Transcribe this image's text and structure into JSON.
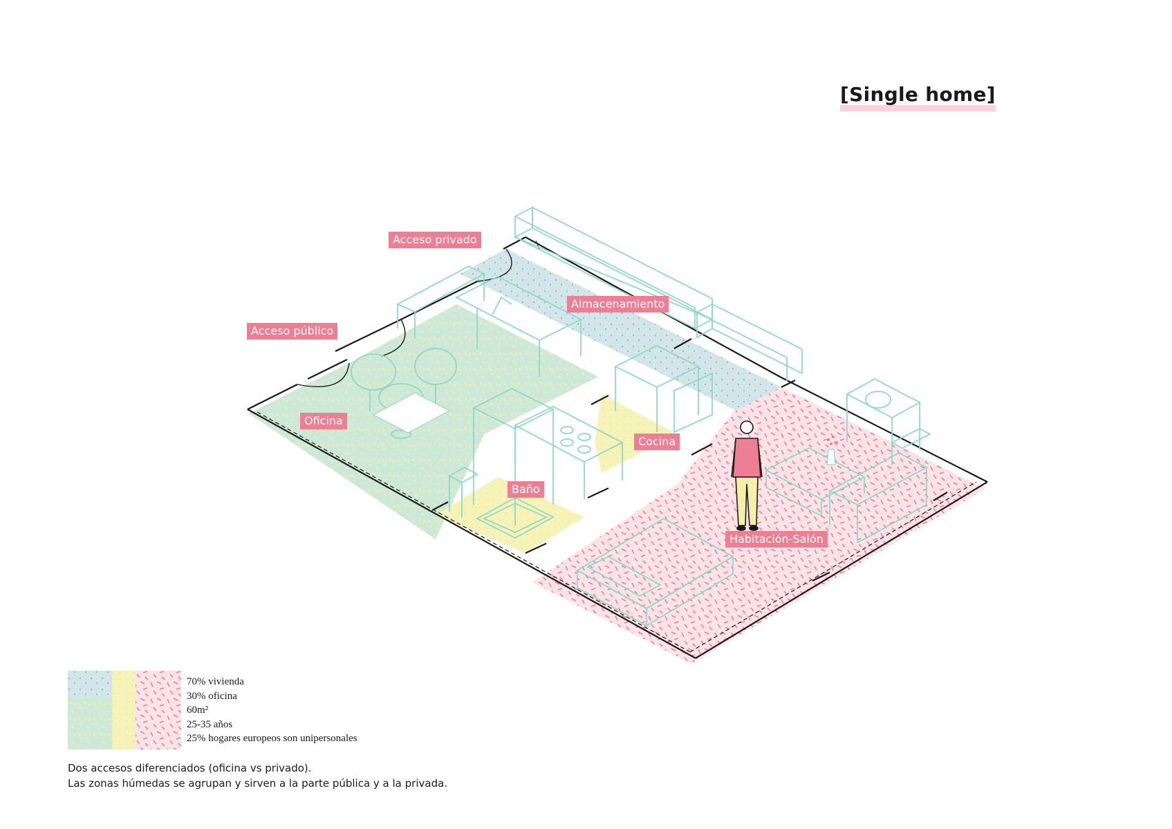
{
  "title": "[Single home]",
  "zones": {
    "acceso_privado": "Acceso privado",
    "acceso_publico": "Acceso público",
    "almacenamiento": "Almacenamiento",
    "oficina": "Oficina",
    "cocina": "Cocina",
    "bano": "Baño",
    "habitacion_salon": "Habitación-Salón"
  },
  "legend": {
    "items": [
      "70% vivienda",
      "30% oficina",
      "60m²",
      "25-35 años",
      "25% hogares europeos son unipersonales"
    ]
  },
  "notes": {
    "line1": "Dos accesos diferenciados (oficina vs privado).",
    "line2": "Las zonas húmedas se agrupan y sirven a la parte pública y a la privada."
  },
  "colors": {
    "blue": "#cfe6ea",
    "green": "#cce8d8",
    "yellow": "#f6f3b8",
    "pink": "#fbe3e8",
    "pink_accent": "#ee7e93",
    "furniture_line": "#8fd8c8",
    "wall": "#1a1a1a"
  }
}
